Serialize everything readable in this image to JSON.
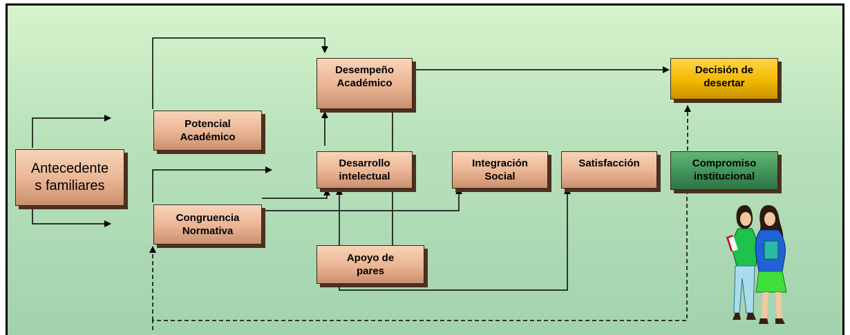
{
  "diagram": {
    "nodes": {
      "antecedentes": "Antecedente\ns familiares",
      "potencial": "Potencial\nAcadémico",
      "congruencia": "Congruencia\nNormativa",
      "desempeno": "Desempeño\nAcadémico",
      "desarrollo": "Desarrollo\nintelectual",
      "apoyo": "Apoyo de\npares",
      "integracion": "Integración\nSocial",
      "satisfaccion": "Satisfacción",
      "decision": "Decisión de\ndesertar",
      "compromiso": "Compromiso\ninstitucional"
    },
    "colors": {
      "background": "#b9e2bb",
      "box_peach": "#e9b493",
      "box_gold": "#f2b800",
      "box_green": "#3d8f55",
      "line": "#000000"
    },
    "illustration": "two-students-icon"
  }
}
